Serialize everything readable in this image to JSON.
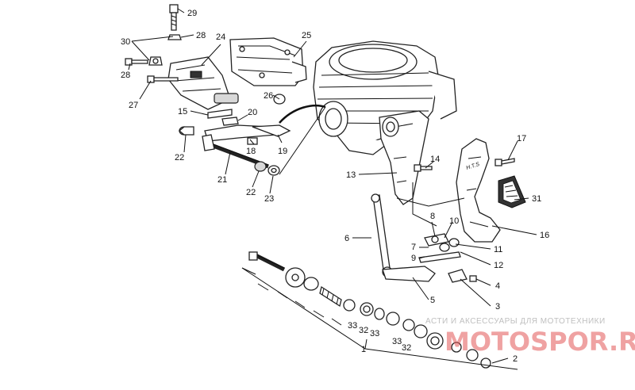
{
  "labels": {
    "l1": "1",
    "l2": "2",
    "l3": "3",
    "l4": "4",
    "l5": "5",
    "l6": "6",
    "l7": "7",
    "l8": "8",
    "l9": "9",
    "l10": "10",
    "l11": "11",
    "l12": "12",
    "l13": "13",
    "l14": "14",
    "l15": "15",
    "l16": "16",
    "l17": "17",
    "l18": "18",
    "l19": "19",
    "l20": "20",
    "l21": "21",
    "l22a": "22",
    "l22b": "22",
    "l23": "23",
    "l24": "24",
    "l25": "25",
    "l26": "26",
    "l27": "27",
    "l28a": "28",
    "l28b": "28",
    "l29": "29",
    "l30": "30",
    "l31": "31",
    "l32a": "32",
    "l32b": "32",
    "l33a": "33",
    "l33b": "33",
    "l33c": "33"
  },
  "plate_text": "H.T.S",
  "watermark": {
    "line": "АСТИ И АКСЕССУАРЫ ДЛЯ МОТОТЕХНИКИ",
    "logo": "MOTOSPOR.RU"
  }
}
